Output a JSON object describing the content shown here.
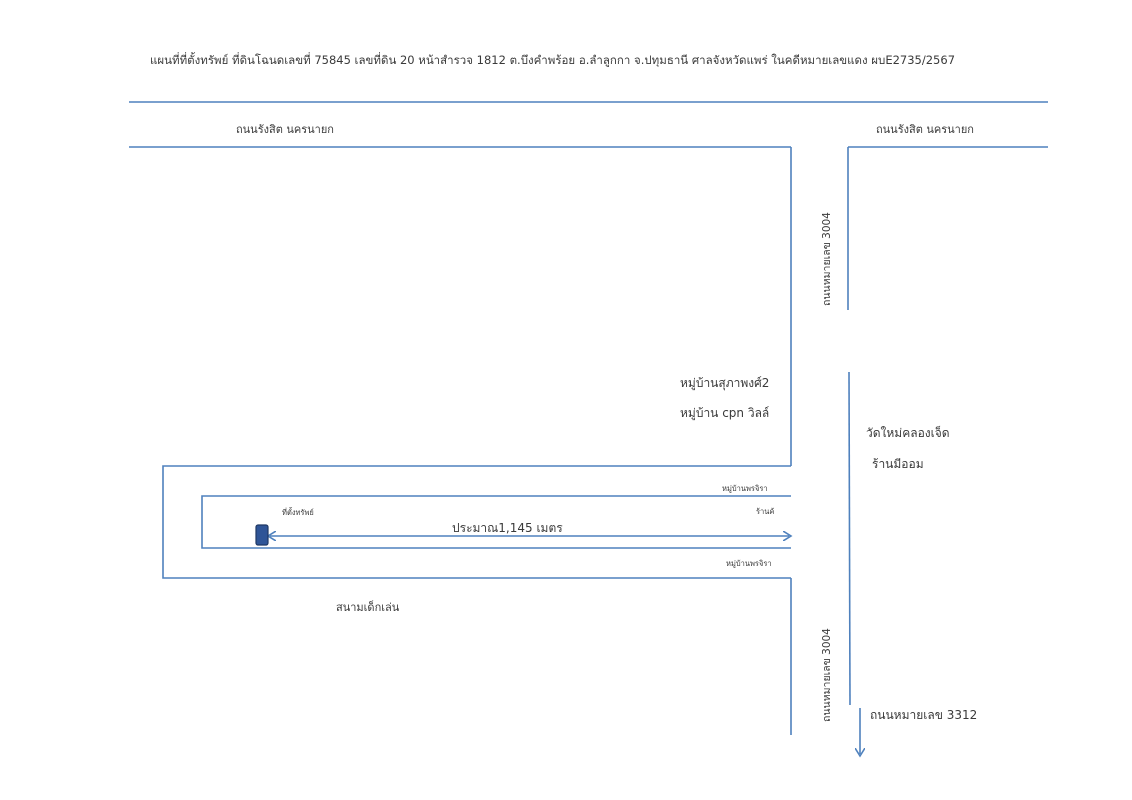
{
  "title": "แผนที่ที่ตั้งทรัพย์ ที่ดินโฉนดเลขที่ 75845 เลขที่ดิน 20 หน้าสำรวจ 1812 ต.บึงคำพร้อย อ.ลำลูกกา จ.ปทุมธานี ศาลจังหวัดแพร่ ในคดีหมายเลขแดง ผบE2735/2567",
  "roads": {
    "rangsit_left": "ถนนรังสิต นครนายก",
    "rangsit_right": "ถนนรังสิต นครนายก",
    "road3004_upper": "ถนนหมายเลข 3004",
    "road3004_lower": "ถนนหมายเลข 3004",
    "road3312": "ถนนหมายเลข 3312"
  },
  "places": {
    "village_supapong": "หมู่บ้านสุภาพงศ์2",
    "village_cpn": "หมู่บ้าน cpn วิลล์",
    "temple": "วัดใหม่คลองเจ็ด",
    "shop_mee_om": "ร้านมีออม",
    "village_pornjira_top": "หมู่บ้านพรจิรา",
    "village_pornjira_bottom": "หมู่บ้านพรจิรา",
    "shop_small": "ร้านค้",
    "property": "ที่ตั้งทรัพย์",
    "playground": "สนามเด็กเล่น"
  },
  "distance_label": "ประมาณ1,145 เมตร",
  "colors": {
    "road": "#4f81bd",
    "property": "#2f5597",
    "text": "#3a3a3a"
  },
  "icons": {
    "property_marker": "property-marker",
    "direction_arrow": "down-arrow-icon"
  }
}
